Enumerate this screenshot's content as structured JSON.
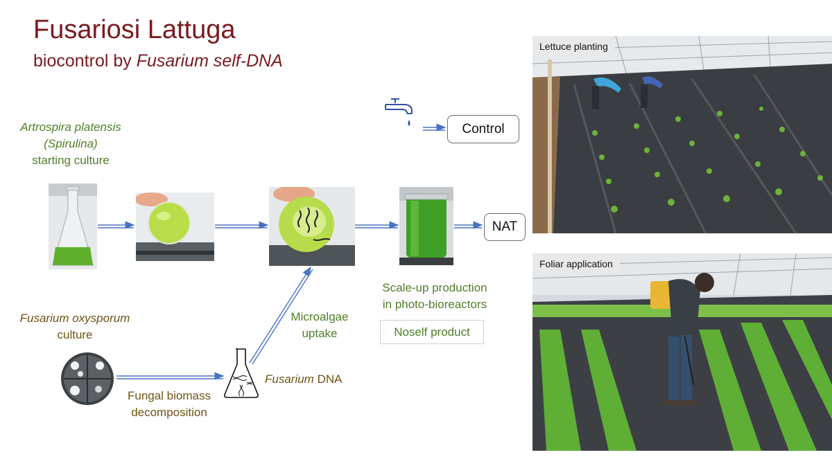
{
  "title": "Fusariosi Lattuga",
  "subtitle": {
    "prefix": "biocontrol by ",
    "emph": "Fusarium self-DNA"
  },
  "spirulina": {
    "line1": "Artrospira platensis",
    "line2": "(Spirulina)",
    "line3": "starting culture"
  },
  "fusarium": {
    "line1": "Fusarium oxysporum",
    "line2": "culture"
  },
  "decomposition": {
    "line1": "Fungal biomass",
    "line2": "decomposition"
  },
  "fusarium_dna": {
    "emph": "Fusarium",
    "rest": " DNA"
  },
  "uptake": {
    "line1": "Microalgae",
    "line2": "uptake"
  },
  "scaleup": {
    "line1": "Scale-up production",
    "line2": "in photo-bioreactors"
  },
  "product": "Noself product",
  "control": "Control",
  "nat": "NAT",
  "photos": {
    "planting": "Lettuce planting",
    "foliar": "Foliar application"
  },
  "colors": {
    "title": "#7a1a1f",
    "green_text": "#4d7f26",
    "brown_text": "#6f5315",
    "arrow": "#4a72c4",
    "algae": "#7cc23a"
  },
  "icons": {
    "tap": "water-tap-icon",
    "flask": "erlenmeyer-flask-icon"
  }
}
